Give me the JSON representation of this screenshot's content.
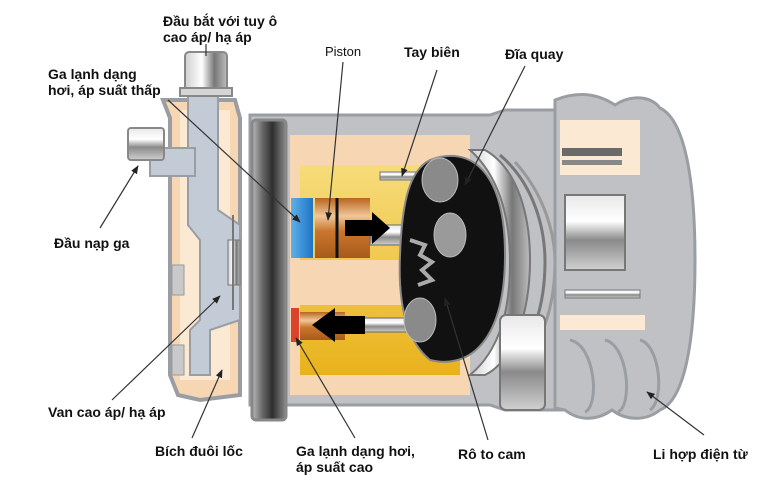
{
  "title": "Cấu tạo máy nén điều hòa ô tô",
  "colors": {
    "housing_gray": "#bfc1c4",
    "housing_outline": "#9a9ea3",
    "body_cream": "#f7d6b4",
    "inner_cream": "#fbe9d3",
    "passage_blue_gray": "#c3cbd7",
    "chamber_yellow": "#f2c43a",
    "piston_copper": "#c9772e",
    "low_pressure_blue": "#2f8fd6",
    "high_pressure_red": "#d9442b",
    "swash_black": "#111111",
    "arrow_black": "#000000",
    "leader_line": "#333333"
  },
  "labels": {
    "connection_port": {
      "line1": "Đầu bắt với tuy ô",
      "line2": "cao áp/  hạ áp"
    },
    "low_pressure_gas": {
      "line1": "Ga lạnh dạng",
      "line2": "hơi, áp suất thấp"
    },
    "piston": "Piston",
    "connecting_rod": "Tay biên",
    "swash_plate": "Đĩa quay",
    "charging_port": "Đầu nạp ga",
    "valve": "Van cao áp/ hạ áp",
    "rear_flange": "Bích đuôi lốc",
    "high_pressure_gas": {
      "line1": "Ga lạnh dạng hơi,",
      "line2": "áp suất cao"
    },
    "cam_rotor": "Rô to cam",
    "magnetic_clutch": "Li hợp điện từ"
  }
}
